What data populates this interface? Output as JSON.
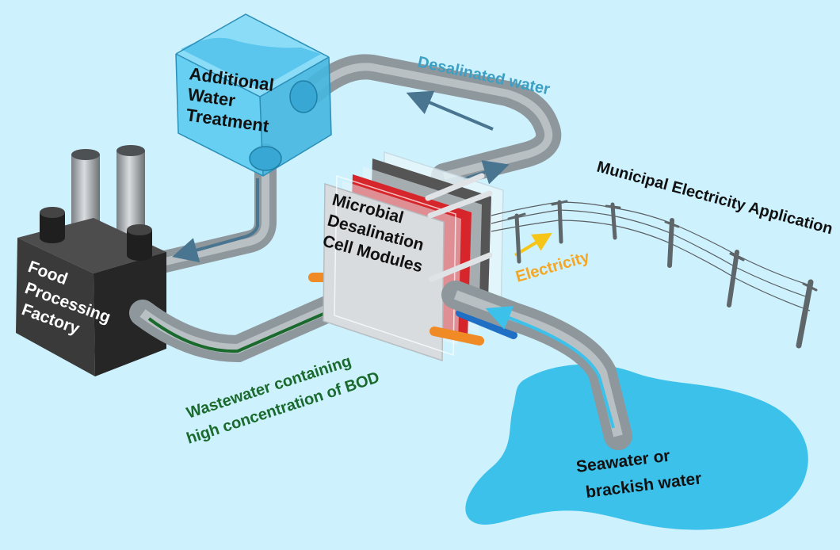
{
  "labels": {
    "water_treatment": [
      "Additional",
      "Water",
      "Treatment"
    ],
    "factory": [
      "Food",
      "Processing",
      "Factory"
    ],
    "mdc": [
      "Microbial",
      "Desalination",
      "Cell Modules"
    ],
    "desalinated": "Desalinated water",
    "municipal": "Municipal Electricity Application",
    "electricity": "Electricity",
    "wastewater": [
      "Wastewater containing",
      "high concentration of BOD"
    ],
    "seawater": [
      "Seawater or",
      "brackish water"
    ]
  },
  "colors": {
    "background": "#cdf1fd",
    "pipe": "#8e979c",
    "pipe_highlight": "#b9c0c4",
    "desalinated_text": "#3d9fc3",
    "wastewater_text": "#1a6a2e",
    "electricity_text": "#f5a623",
    "seawater_pool": "#3cc1ea",
    "factory_body": "#3a3a3a",
    "tank": "#5ccbf0"
  }
}
